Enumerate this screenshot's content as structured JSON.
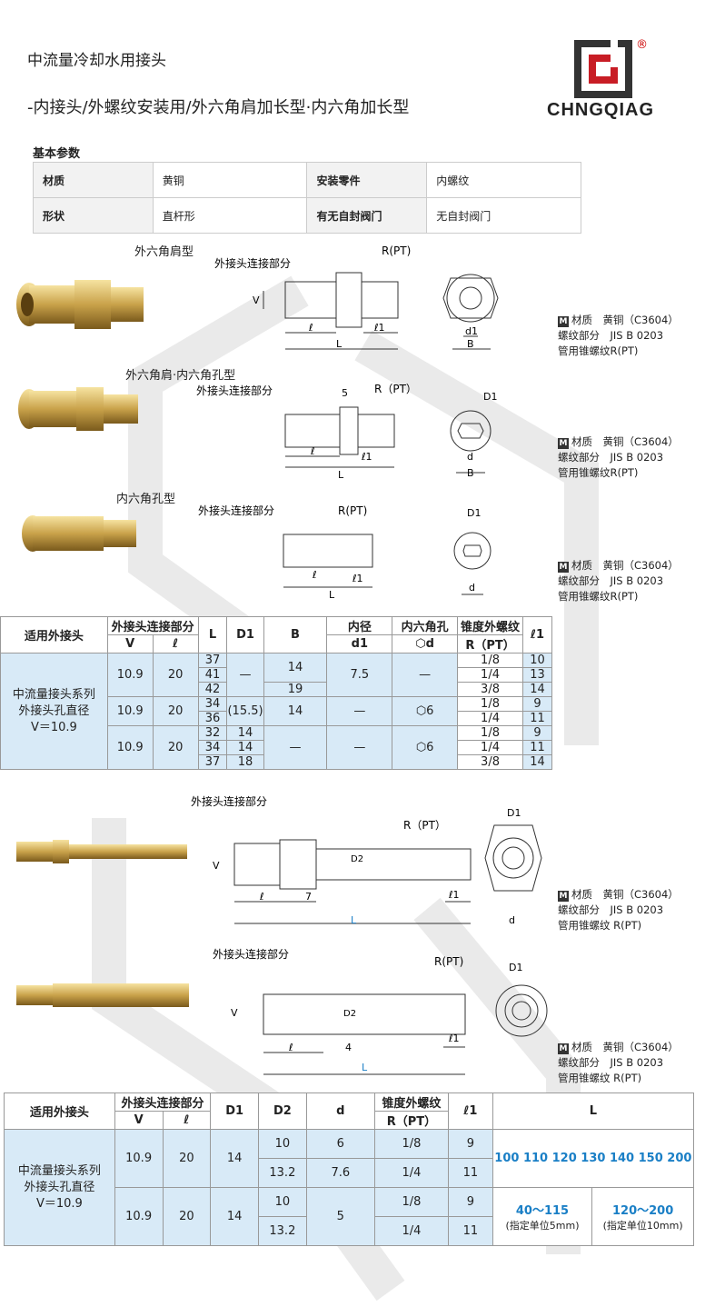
{
  "header": {
    "title1": "中流量冷却水用接头",
    "title2": "-内接头/外螺纹安装用/外六角肩加长型·内六角加长型",
    "brand": "CHNGQIAG",
    "reg": "®"
  },
  "params": {
    "section": "基本参数",
    "rows": [
      [
        "材质",
        "黄铜",
        "安装零件",
        "内螺纹"
      ],
      [
        "形状",
        "直杆形",
        "有无自封阀门",
        "无自封阀门"
      ]
    ]
  },
  "figs": [
    {
      "title": "外六角肩型",
      "note": [
        "材质　黄铜（C3604）",
        "螺纹部分　JIS B 0203",
        "管用锥螺纹R(PT)"
      ]
    },
    {
      "title": "外六角肩·内六角孔型",
      "note": [
        "材质　黄铜（C3604）",
        "螺纹部分　JIS B 0203",
        "管用锥螺纹R(PT)"
      ]
    },
    {
      "title": "内六角孔型",
      "note": [
        "材质　黄铜（C3604）",
        "螺纹部分　JIS B 0203",
        "管用锥螺纹R(PT)"
      ]
    },
    {
      "title": "",
      "note": [
        "材质　黄铜（C3604）",
        "螺纹部分　JIS B 0203",
        "管用锥螺纹 R(PT)"
      ]
    },
    {
      "title": "",
      "note": [
        "材质　黄铜（C3604）",
        "螺纹部分　JIS B 0203",
        "管用锥螺纹 R(PT)"
      ]
    }
  ],
  "labels": {
    "conn": "外接头连接部分",
    "rpt": "R(PT)",
    "rpt2": "R（PT）",
    "l": "ℓ",
    "l1": "ℓ1",
    "L": "L",
    "B": "B",
    "d1": "d1",
    "D1": "D1",
    "D2": "D2",
    "d": "d",
    "V": "V",
    "n5": "5",
    "n7": "7",
    "n4": "4"
  },
  "table1": {
    "head": [
      "适用外接头",
      "外接头连接部分",
      "V",
      "ℓ",
      "L",
      "D1",
      "B",
      "内径",
      "d1",
      "内六角孔",
      "⬡d",
      "锥度外螺纹",
      "R（PT）",
      "ℓ1"
    ],
    "group": "中流量接头系列\n外接头孔直径\nV＝10.9",
    "blocks": [
      {
        "V": "10.9",
        "l": "20",
        "rows": [
          [
            "37",
            "—",
            "14",
            "7.5",
            "—",
            "1/8",
            "10"
          ],
          [
            "41",
            "",
            "",
            "",
            "",
            "1/4",
            "13"
          ],
          [
            "42",
            "",
            "19",
            "",
            "",
            "3/8",
            "14"
          ]
        ]
      },
      {
        "V": "10.9",
        "l": "20",
        "rows": [
          [
            "34",
            "(15.5)",
            "14",
            "—",
            "⬡6",
            "1/8",
            "9"
          ],
          [
            "36",
            "",
            "",
            "",
            "",
            "1/4",
            "11"
          ]
        ]
      },
      {
        "V": "10.9",
        "l": "20",
        "rows": [
          [
            "32",
            "14",
            "—",
            "—",
            "⬡6",
            "1/8",
            "9"
          ],
          [
            "34",
            "14",
            "",
            "",
            "",
            "1/4",
            "11"
          ],
          [
            "37",
            "18",
            "",
            "",
            "",
            "3/8",
            "14"
          ]
        ]
      }
    ]
  },
  "table2": {
    "head": [
      "适用外接头",
      "外接头连接部分",
      "V",
      "ℓ",
      "D1",
      "D2",
      "d",
      "锥度外螺纹",
      "R（PT）",
      "ℓ1",
      "L"
    ],
    "group": "中流量接头系列\n外接头孔直径\nV＝10.9",
    "r1": {
      "V": "10.9",
      "l": "20",
      "D1": "14",
      "rows": [
        [
          "10",
          "6",
          "1/8",
          "9"
        ],
        [
          "13.2",
          "7.6",
          "1/4",
          "11"
        ]
      ]
    },
    "r2": {
      "V": "10.9",
      "l": "20",
      "D1": "14",
      "d": "5",
      "rows": [
        [
          "10",
          "1/8",
          "9"
        ],
        [
          "13.2",
          "1/4",
          "11"
        ]
      ]
    },
    "Lvals": "100  110  120  130  140  150  200",
    "Lrange1": "40～115",
    "Lunit1": "(指定单位5mm)",
    "Lrange2": "120～200",
    "Lunit2": "(指定单位10mm)"
  }
}
